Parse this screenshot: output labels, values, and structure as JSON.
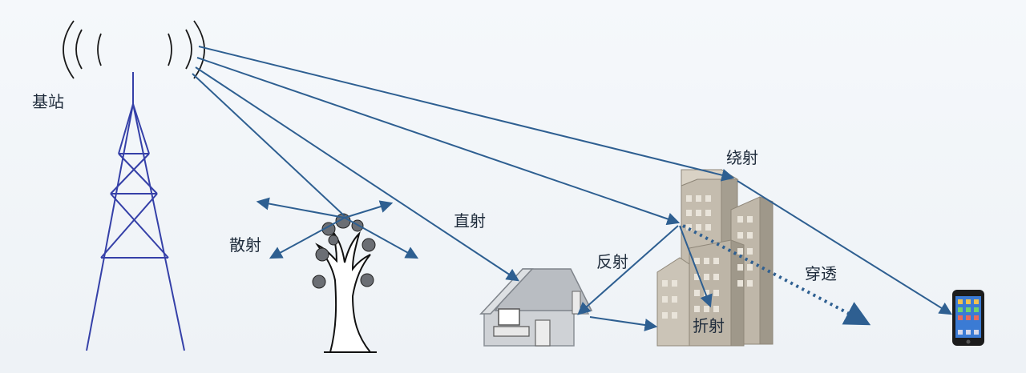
{
  "labels": {
    "base_station": "基站",
    "scatter": "散射",
    "direct": "直射",
    "reflect": "反射",
    "diffract": "绕射",
    "penetrate": "穿透",
    "refract": "折射"
  },
  "colors": {
    "signal_line": "#2e5f91",
    "tower": "#3540a8",
    "house_fill": "#c9ccd0",
    "building_fill": "#bfb7a9",
    "text": "#1d2a3a"
  },
  "icons": {
    "tower": "cell-tower-icon",
    "tree": "tree-icon",
    "house": "house-icon",
    "buildings": "buildings-icon",
    "phone": "smartphone-icon"
  }
}
